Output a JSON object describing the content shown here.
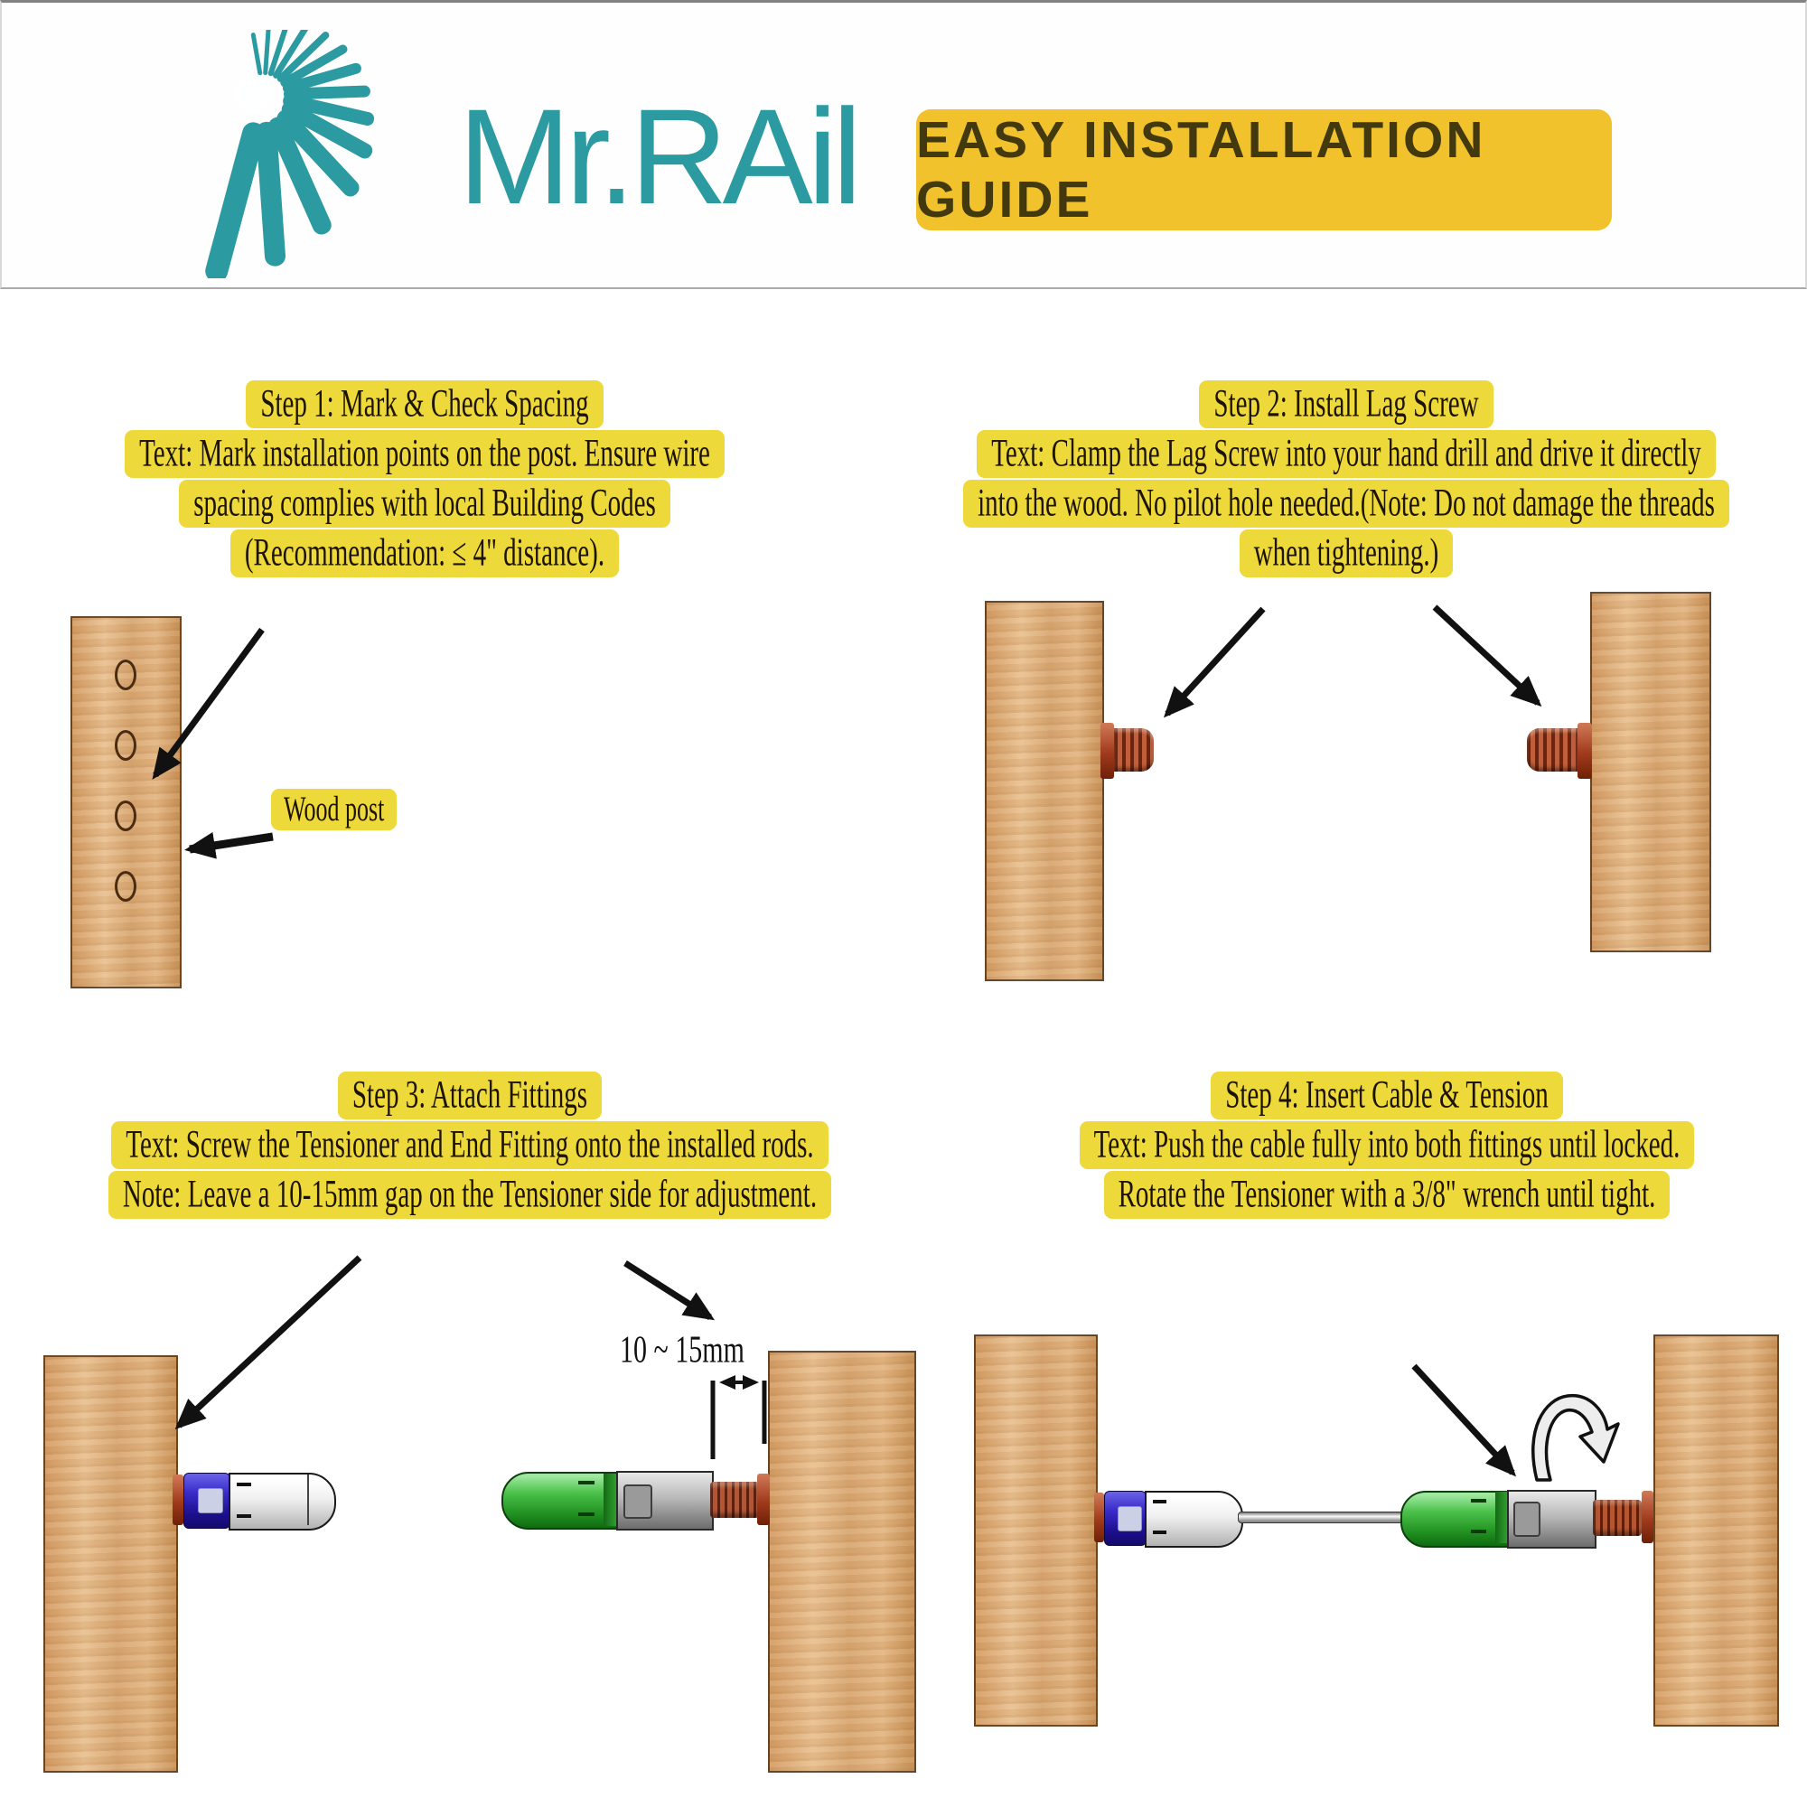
{
  "header": {
    "brand": "Mr.RAil",
    "banner": "EASY INSTALLATION GUIDE"
  },
  "colors": {
    "teal": "#2b9aa1",
    "banner_bg": "#f2c22d",
    "highlight_yellow": "#eed93a",
    "wood": "#d8a670",
    "screw_red": "#a03a1c",
    "fitting_blue": "#2a1cb0",
    "tensioner_green": "#2f9e2f",
    "tensioner_gray": "#9a9a9a"
  },
  "steps": {
    "step1": {
      "lines": [
        "Step 1: Mark & Check Spacing",
        "Text: Mark installation points on the post. Ensure wire",
        "spacing complies with local Building Codes",
        "(Recommendation: ≤ 4\" distance)."
      ]
    },
    "step2": {
      "lines": [
        "Step 2: Install Lag Screw",
        "Text: Clamp the Lag Screw into your hand drill and drive it directly",
        "into the wood. No pilot hole needed.(Note: Do not damage the threads",
        "when tightening.)"
      ]
    },
    "step3": {
      "lines": [
        "Step 3: Attach Fittings",
        "Text: Screw the Tensioner and End Fitting onto the installed rods.",
        "Note: Leave a 10-15mm gap on the Tensioner side for adjustment."
      ]
    },
    "step4": {
      "lines": [
        "Step 4: Insert Cable & Tension",
        "Text: Push the cable fully into both fittings until locked.",
        "Rotate the Tensioner with a 3/8\" wrench until tight."
      ]
    }
  },
  "annotations": {
    "wood_post_label": "Wood post",
    "gap_label": "10 ~ 15mm"
  }
}
